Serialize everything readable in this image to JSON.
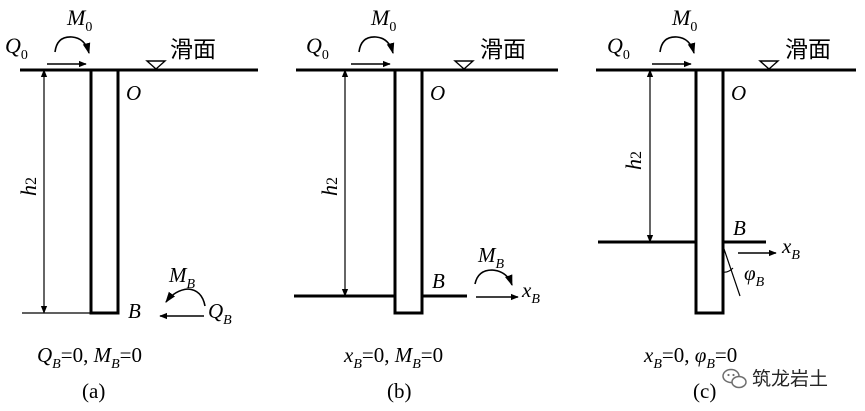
{
  "common": {
    "shear_symbol": "Q",
    "shear_sub": "0",
    "moment_symbol": "M",
    "moment_sub": "0",
    "slip_surface_label": "滑面",
    "origin_label": "O",
    "depth_symbol": "h",
    "depth_sub": "2",
    "point_B": "B"
  },
  "panels": [
    {
      "caption": "(a)",
      "condition": [
        {
          "t": "Q",
          "i": true
        },
        {
          "t": "B",
          "i": true,
          "sub": true
        },
        {
          "t": "=0, ",
          "i": false
        },
        {
          "t": "M",
          "i": true
        },
        {
          "t": "B",
          "i": true,
          "sub": true
        },
        {
          "t": "=0",
          "i": false
        }
      ],
      "moment_B_symbol": "M",
      "moment_B_sub": "B",
      "shear_B_symbol": "Q",
      "shear_B_sub": "B"
    },
    {
      "caption": "(b)",
      "condition": [
        {
          "t": "x",
          "i": true
        },
        {
          "t": "B",
          "i": true,
          "sub": true
        },
        {
          "t": "=0, ",
          "i": false
        },
        {
          "t": "M",
          "i": true
        },
        {
          "t": "B",
          "i": true,
          "sub": true
        },
        {
          "t": "=0",
          "i": false
        }
      ],
      "moment_B_symbol": "M",
      "moment_B_sub": "B",
      "disp_B_symbol": "x",
      "disp_B_sub": "B"
    },
    {
      "caption": "(c)",
      "condition": [
        {
          "t": "x",
          "i": true
        },
        {
          "t": "B",
          "i": true,
          "sub": true
        },
        {
          "t": "=0, ",
          "i": false
        },
        {
          "t": "φ",
          "i": true
        },
        {
          "t": "B",
          "i": true,
          "sub": true
        },
        {
          "t": "=0",
          "i": false
        }
      ],
      "disp_B_symbol": "x",
      "disp_B_sub": "B",
      "rot_B_symbol": "φ",
      "rot_B_sub": "B"
    }
  ],
  "watermark": "筑龙岩土"
}
